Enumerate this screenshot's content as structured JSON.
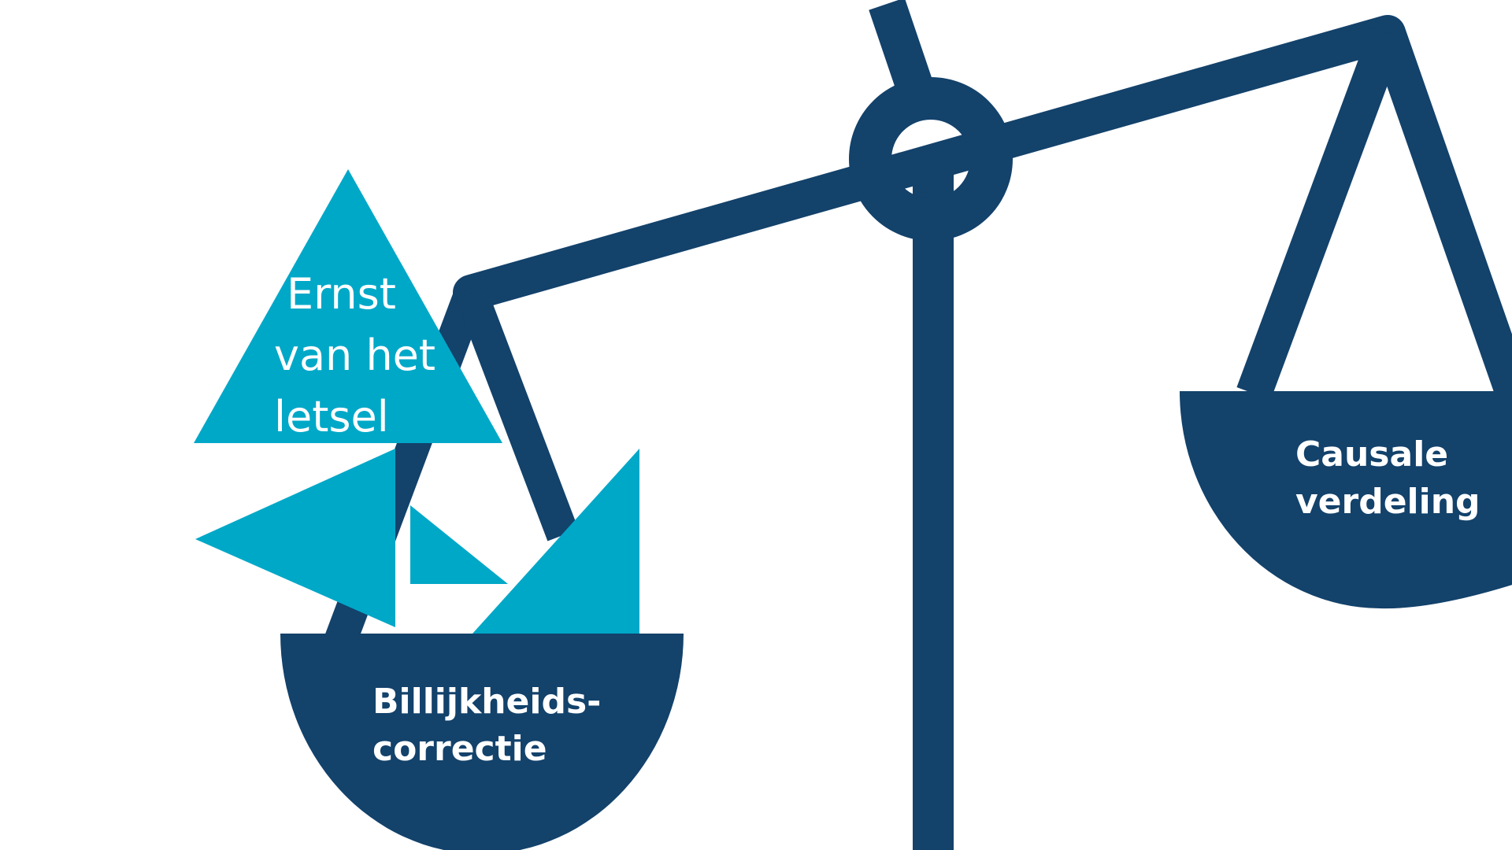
{
  "diagram": {
    "colors": {
      "scale": "#13426b",
      "accent": "#00a8c8",
      "background": "#ffffff",
      "label_text": "#ffffff"
    },
    "left_pan": {
      "lines": [
        "Billijkheids-",
        "correctie"
      ]
    },
    "right_pan": {
      "lines": [
        "Causale",
        "verdeling"
      ]
    },
    "weight_triangle": {
      "lines": [
        "Ernst",
        "van het",
        "letsel"
      ]
    }
  }
}
